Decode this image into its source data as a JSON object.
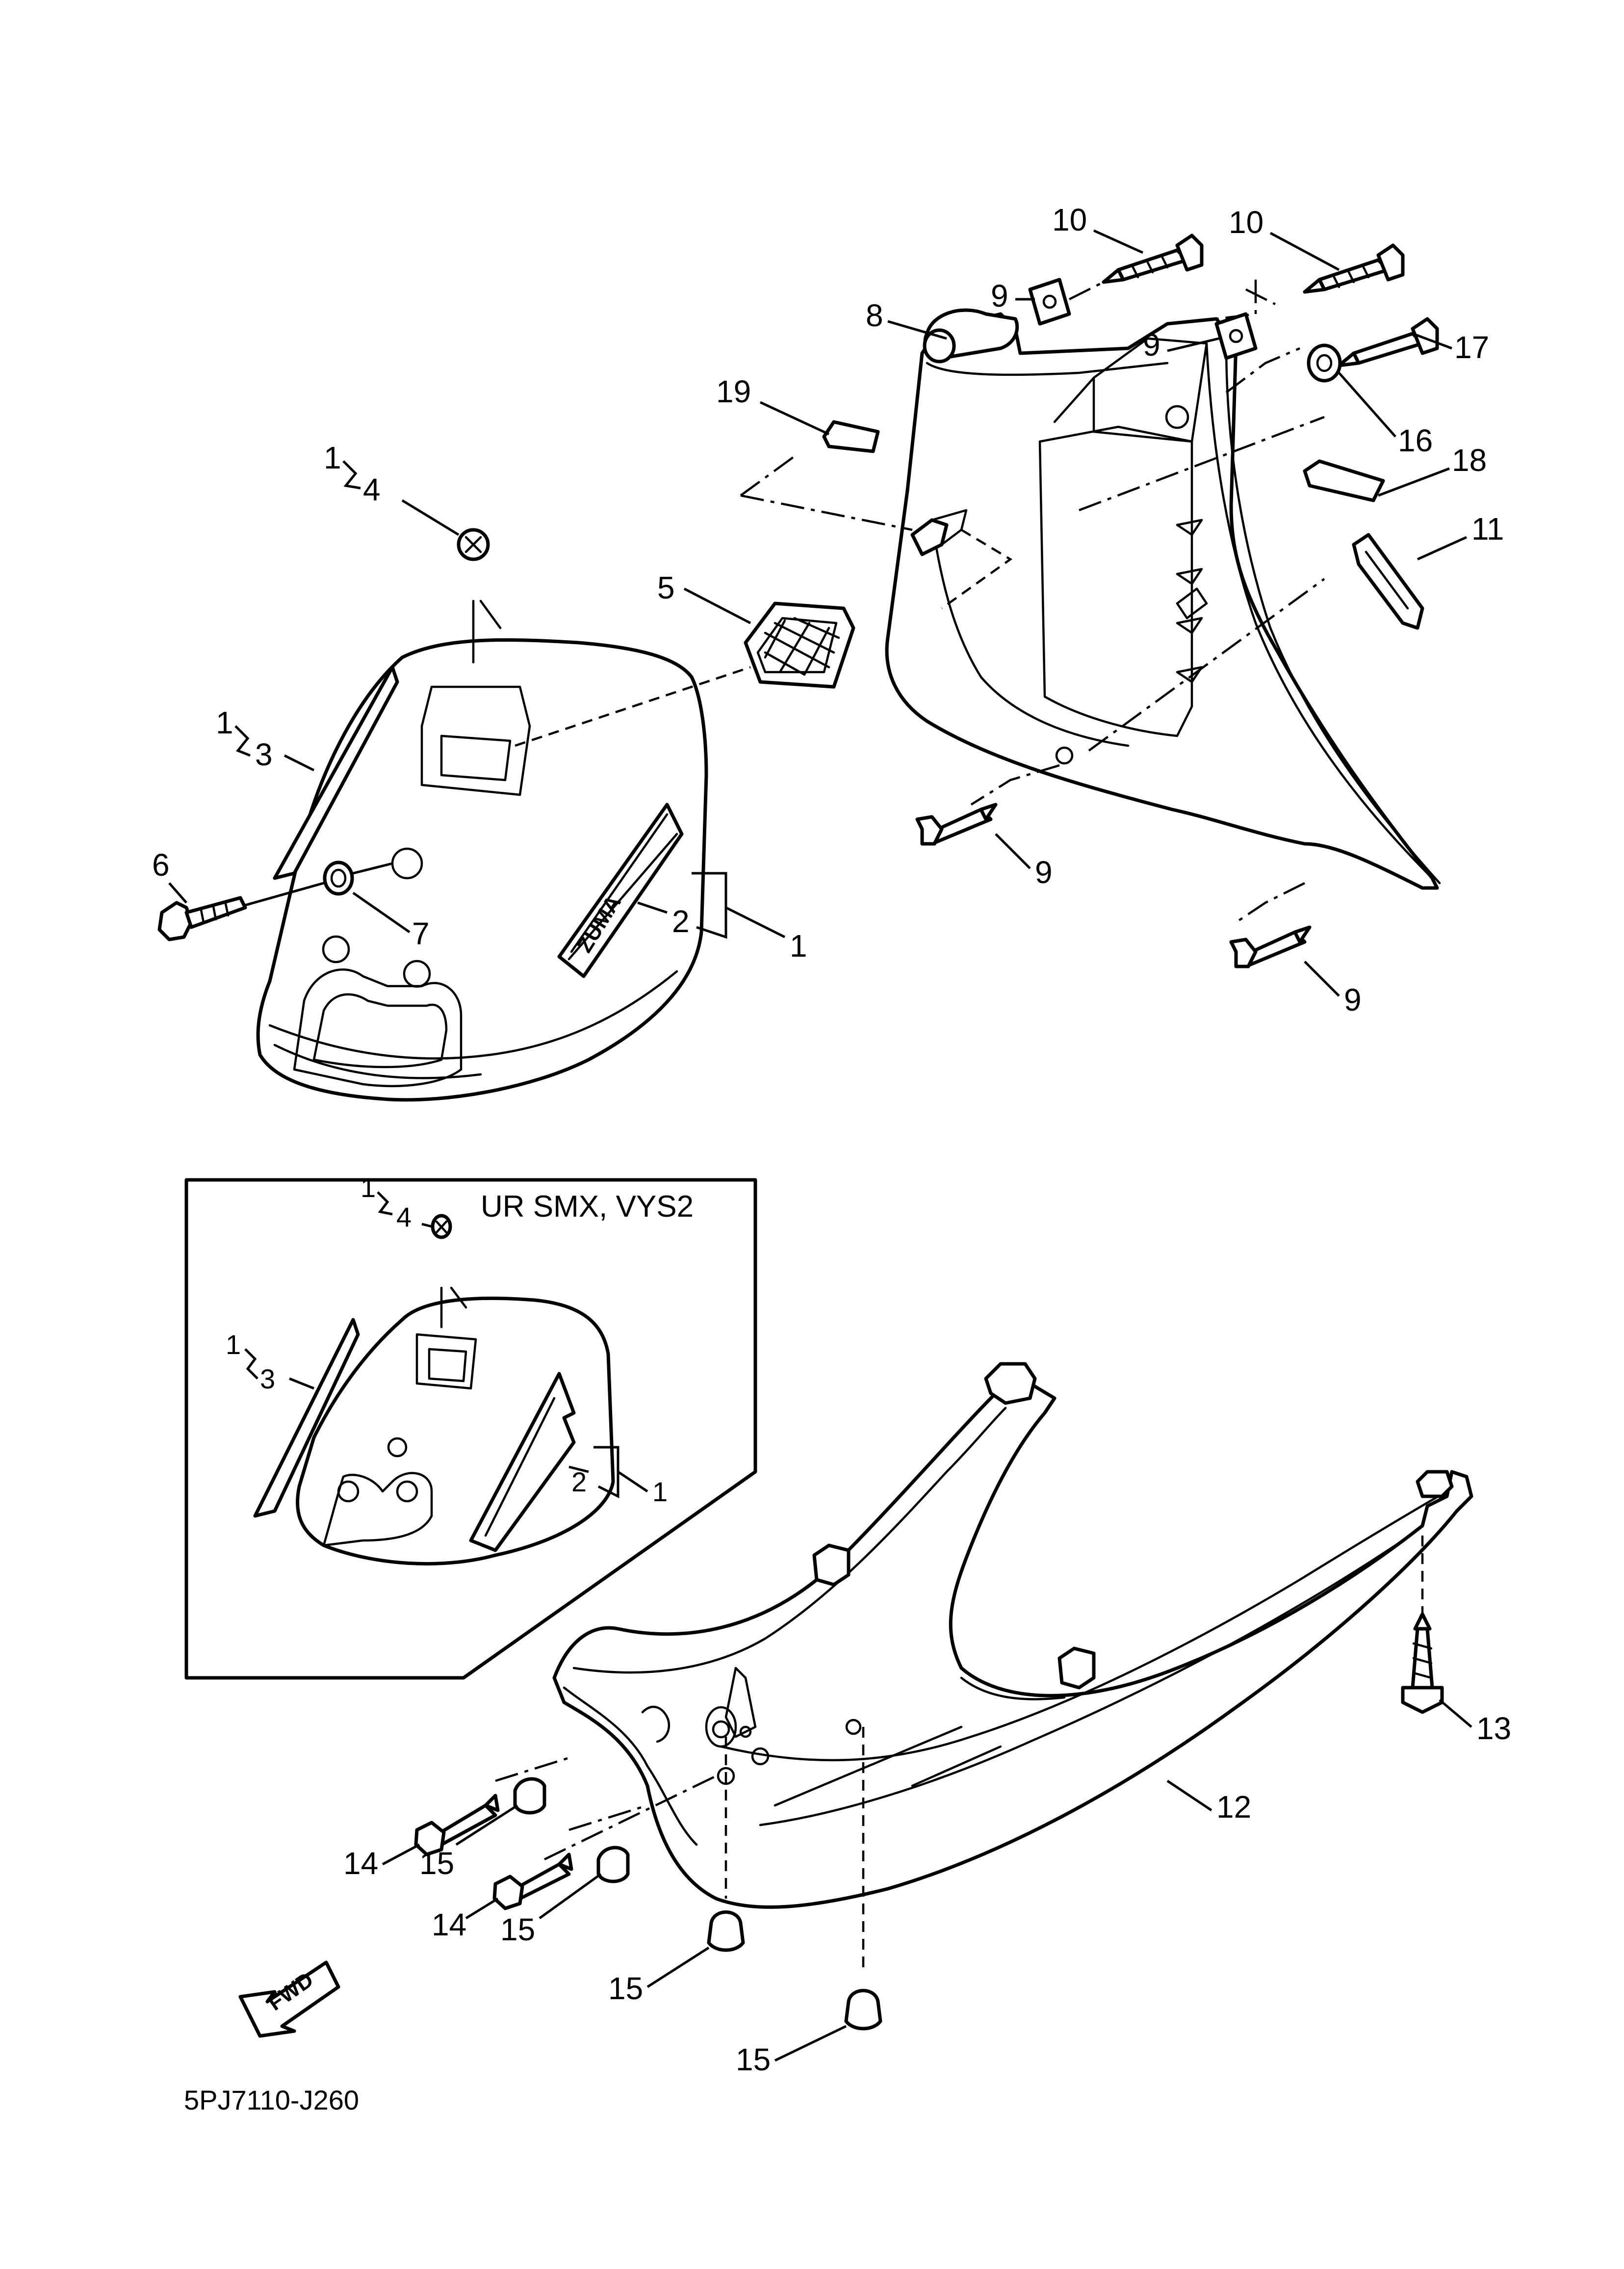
{
  "diagram_code": "5PJ7110-J260",
  "inset_title": "UR SMX, VYS2",
  "fwd_label": "FWD",
  "brand_text": "ZUMA",
  "callouts": {
    "c10a": "10",
    "c10b": "10",
    "c9a": "9",
    "c9b": "9",
    "c9c": "9",
    "c9d": "9",
    "c8": "8",
    "c19": "19",
    "c17": "17",
    "c16": "16",
    "c18": "18",
    "c11": "11",
    "c1top4": "1",
    "c4": "4",
    "c5": "5",
    "c1top3": "1",
    "c3": "3",
    "c6": "6",
    "c7": "7",
    "c2": "2",
    "c1": "1",
    "ci1top4": "1",
    "ci4": "4",
    "ci1top3": "1",
    "ci3": "3",
    "ci2": "2",
    "ci1": "1",
    "c13": "13",
    "c12": "12",
    "c14a": "14",
    "c15a": "15",
    "c14b": "14",
    "c15b": "15",
    "c15c": "15",
    "c15d": "15"
  }
}
